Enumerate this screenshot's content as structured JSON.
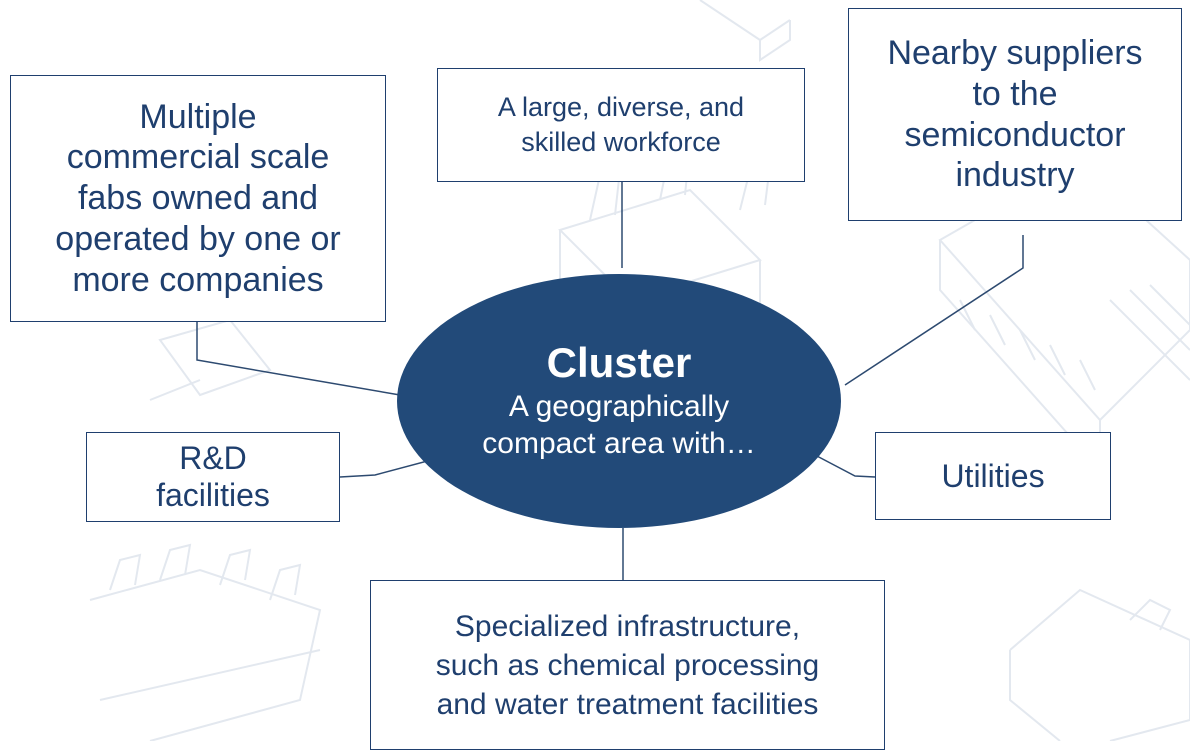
{
  "center": {
    "title": "Cluster",
    "subtitle_line1": "A geographically",
    "subtitle_line2": "compact area with…"
  },
  "nodes": {
    "fabs": [
      "Multiple",
      "commercial scale",
      "fabs owned and",
      "operated by one or",
      "more companies"
    ],
    "workforce": [
      "A large, diverse, and",
      "skilled workforce"
    ],
    "suppliers": [
      "Nearby suppliers",
      "to the",
      "semiconductor",
      "industry"
    ],
    "rd": [
      "R&D",
      "facilities"
    ],
    "utilities": [
      "Utilities"
    ],
    "infrastructure": [
      "Specialized infrastructure,",
      "such as chemical processing",
      "and water treatment facilities"
    ]
  },
  "colors": {
    "cluster_fill": "#224a79",
    "border": "#1f3f6e",
    "text": "#1f3f6e",
    "connector": "#2d4a70",
    "background_art": "#e3e8ef"
  }
}
